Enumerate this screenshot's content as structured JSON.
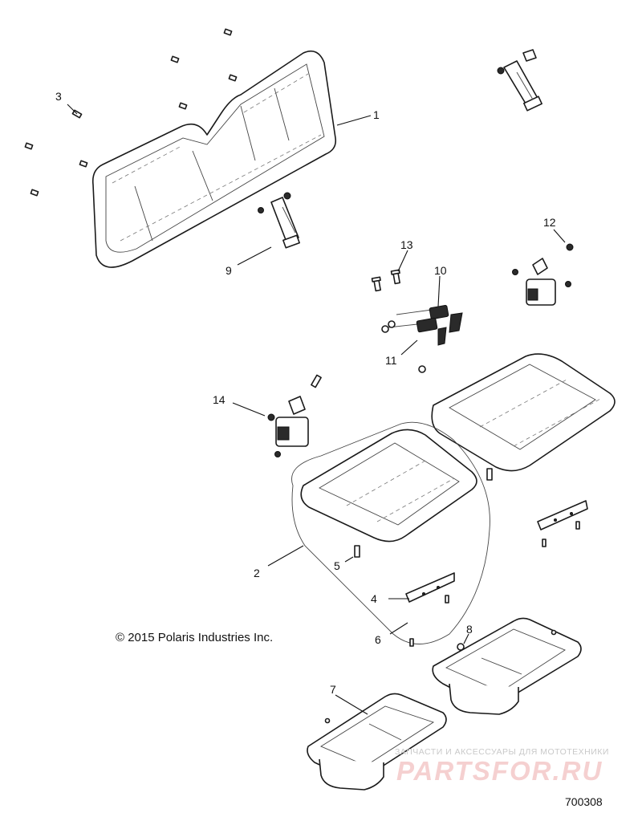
{
  "copyright": "© 2015 Polaris Industries Inc.",
  "drawing_number": "700308",
  "watermark": {
    "tagline": "ЗАПЧАСТИ И АКСЕССУАРЫ ДЛЯ МОТОТЕХНИКИ",
    "logo": "PARTSFOR.RU"
  },
  "callouts": [
    {
      "id": "1",
      "label": "1"
    },
    {
      "id": "2",
      "label": "2"
    },
    {
      "id": "3",
      "label": "3"
    },
    {
      "id": "4",
      "label": "4"
    },
    {
      "id": "5",
      "label": "5"
    },
    {
      "id": "6",
      "label": "6"
    },
    {
      "id": "7",
      "label": "7"
    },
    {
      "id": "8",
      "label": "8"
    },
    {
      "id": "9",
      "label": "9"
    },
    {
      "id": "10",
      "label": "10"
    },
    {
      "id": "11",
      "label": "11"
    },
    {
      "id": "12",
      "label": "12"
    },
    {
      "id": "13",
      "label": "13"
    },
    {
      "id": "14",
      "label": "14"
    }
  ]
}
